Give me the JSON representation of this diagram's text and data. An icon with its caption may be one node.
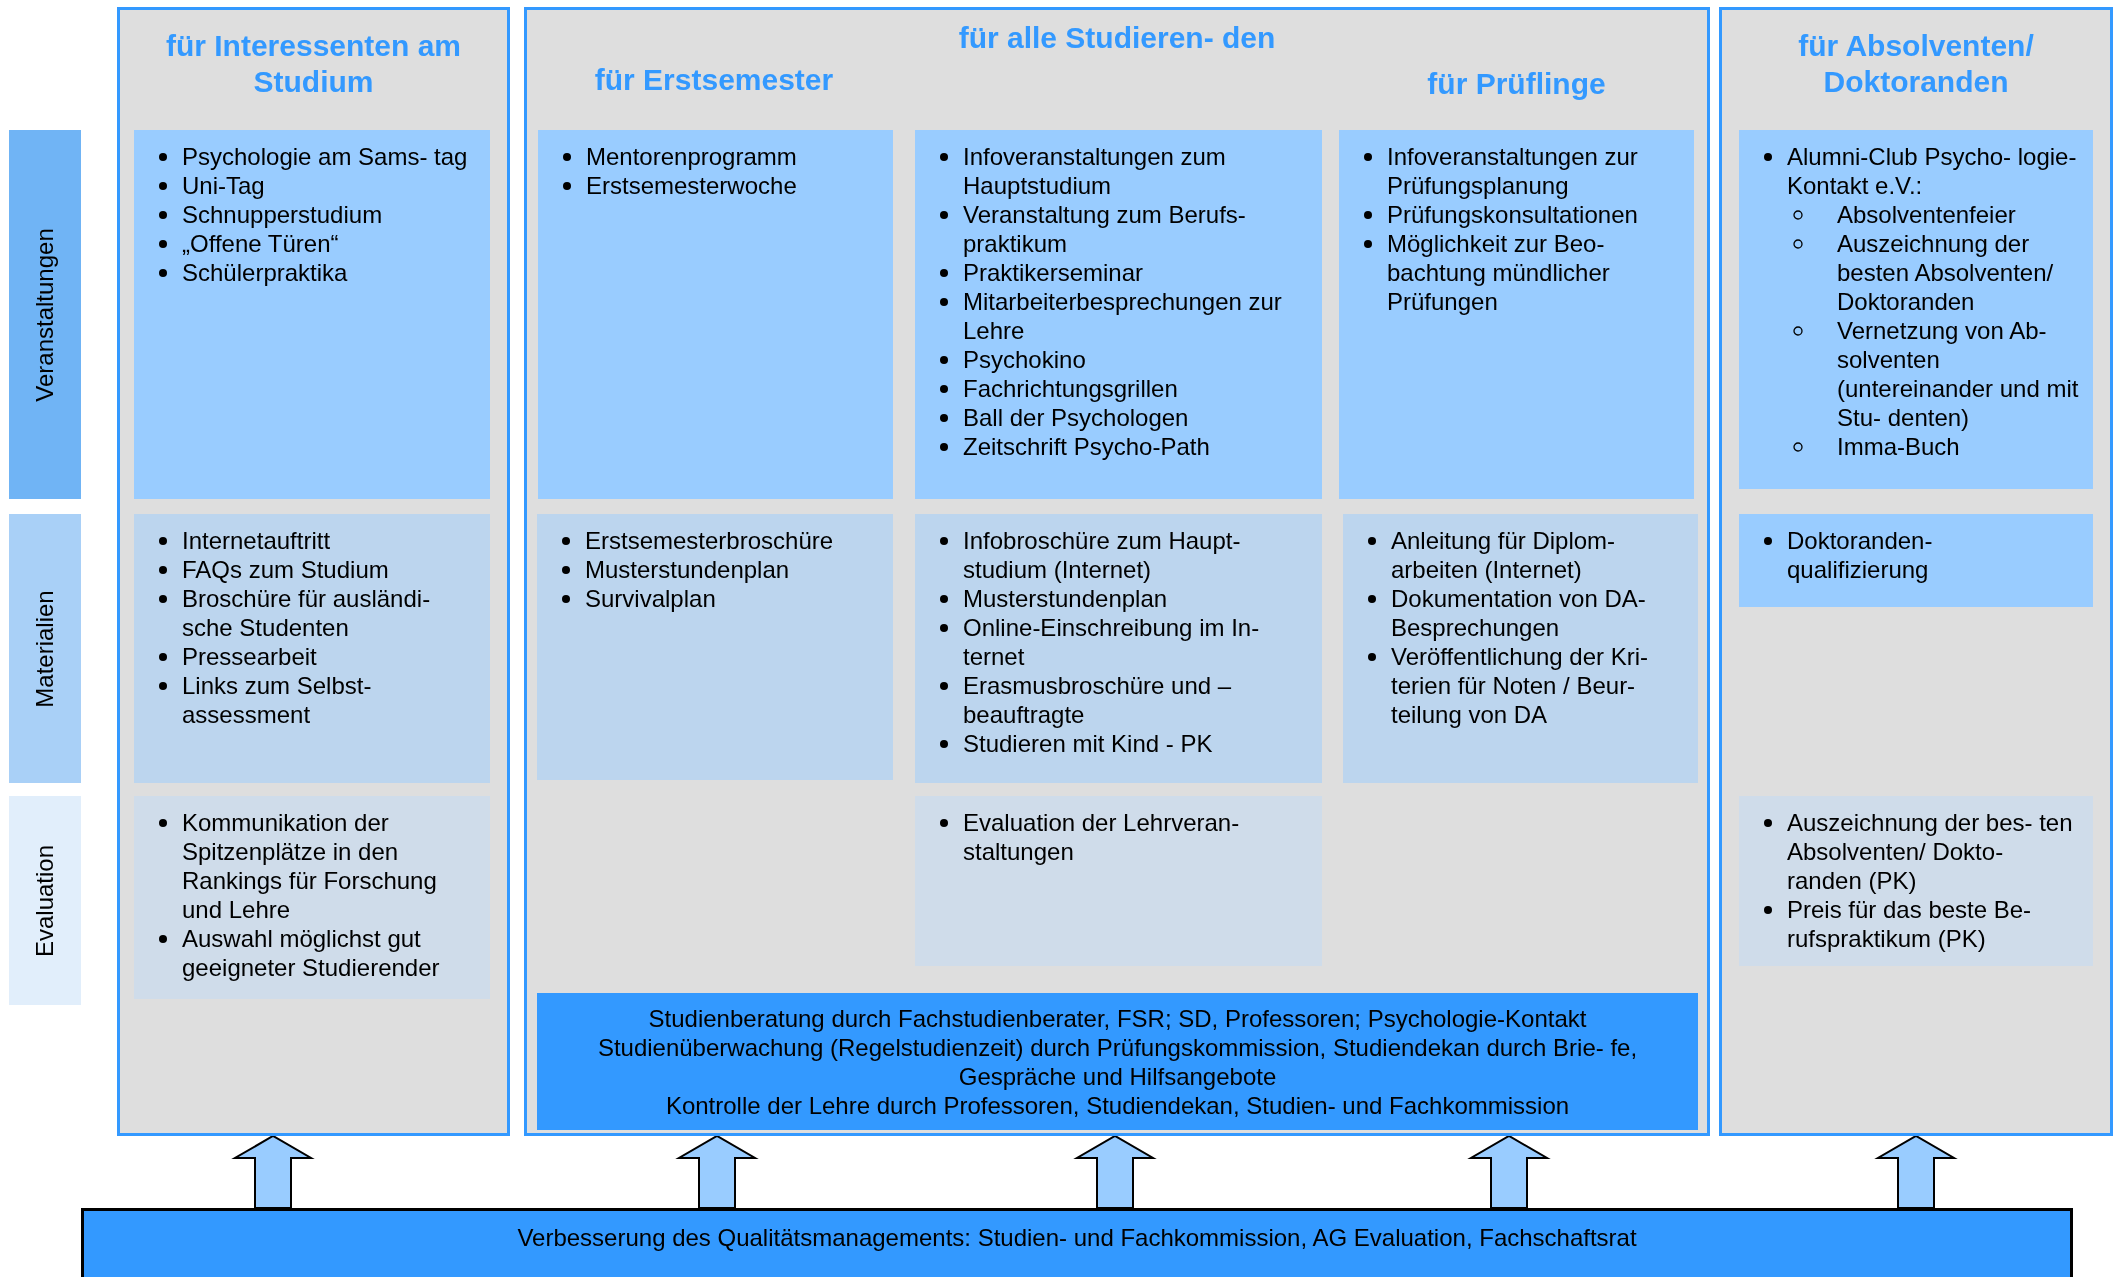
{
  "diagram": {
    "nodes": [
      {
        "text": [
          "für Interessenten am Studium"
        ]
      },
      {
        "text": [
          "für alle Studieren- den"
        ]
      },
      {
        "text": [
          "für Absolventen/ Doktoranden"
        ]
      },
      {
        "text": [
          "Veranstaltungen"
        ]
      },
      {
        "text": [
          "Materialien"
        ]
      },
      {
        "text": [
          "Evaluation"
        ]
      },
      {
        "text": [
          "Psychologie am Sams- tag",
          "Uni-Tag",
          "Schnupperstudium",
          "„Offene Türen“",
          "Schülerpraktika"
        ],
        "in": 0
      },
      {
        "text": [
          "Mentorenprogramm",
          "Erstsemesterwoche"
        ],
        "in": 1
      },
      {
        "text": [
          "Infoveranstaltungen zum Hauptstudium",
          "Veranstaltung zum Berufs- praktikum",
          "Praktikerseminar",
          "Mitarbeiterbesprechungen zur Lehre",
          "Psychokino",
          "Fachrichtungsgrillen",
          "Ball der Psychologen",
          "Zeitschrift Psycho-Path"
        ],
        "in": 1
      },
      {
        "text": [
          "Infoveranstaltungen zur Prüfungsplanung",
          "Prüfungskonsultationen",
          "Möglichkeit zur Beo- bachtung mündlicher Prüfungen"
        ],
        "in": 1
      },
      {
        "text": [
          "Alumni-Club Psycho- logie-Kontakt e.V.:",
          "Absolventenfeier",
          "Auszeichnung der besten Absolventen/ Doktoranden",
          "Vernetzung von Ab- solventen (untereinander und mit Stu- denten)",
          "Imma-Buch"
        ],
        "in": 2
      },
      {
        "text": [
          "Internetauftritt",
          "FAQs zum Studium",
          "Broschüre für ausländi- sche Studenten",
          "Pressearbeit",
          "Links zum Selbst- assessment"
        ],
        "in": 0
      },
      {
        "text": [
          "Erstsemesterbroschüre",
          "Musterstundenplan",
          "Survivalplan"
        ],
        "in": 1
      },
      {
        "text": [
          "Infobroschüre zum Haupt- studium (Internet)",
          "Musterstundenplan",
          "Online-Einschreibung im In- ternet",
          "Erasmusbroschüre und – beauftragte",
          "Studieren mit Kind - PK"
        ],
        "in": 1
      },
      {
        "text": [
          "Anleitung für Diplom- arbeiten (Internet)",
          "Dokumentation von DA- Besprechungen",
          "Veröffentlichung der Kri- terien für Noten / Beur- teilung von DA"
        ],
        "in": 1
      },
      {
        "text": [
          "Doktoranden- qualifizierung"
        ],
        "in": 2
      },
      {
        "text": [
          "Kommunikation der Spitzenplätze in den Rankings für Forschung und Lehre",
          "Auswahl möglichst gut geeigneter Studierender"
        ],
        "in": 0
      },
      {
        "text": [
          "Evaluation der Lehrveran- staltungen"
        ],
        "in": 1
      },
      {
        "text": [
          "Auszeichnung der bes- ten Absolventen/ Dokto- randen (PK)",
          "Preis für das beste Be- rufspraktikum (PK)"
        ],
        "in": 2
      },
      {
        "text": [
          "Studienberatung durch Fachstudienberater, FSR; SD, Professoren; Psychologie-Kontakt",
          "Studienüberwachung (Regelstudienzeit) durch Prüfungskommission, Studiendekan durch Brie- fe, Gespräche und Hilfsangebote",
          "Kontrolle der Lehre durch Professoren, Studiendekan, Studien- und Fachkommission"
        ],
        "in": 1
      },
      {
        "text": [
          "Verbesserung des Qualitätsmanagements: Studien- und Fachkommission, AG Evaluation, Fachschaftsrat"
        ]
      }
    ],
    "edges": [
      {
        "from": 20,
        "to": 0,
        "arrow": "to"
      },
      {
        "from": 20,
        "to": 1,
        "arrow": "to"
      },
      {
        "from": 20,
        "to": 1,
        "arrow": "to"
      },
      {
        "from": 20,
        "to": 1,
        "arrow": "to"
      },
      {
        "from": 20,
        "to": 2,
        "arrow": "to"
      }
    ],
    "labels": [
      "für Erstsemester",
      "für Prüflinge"
    ]
  }
}
